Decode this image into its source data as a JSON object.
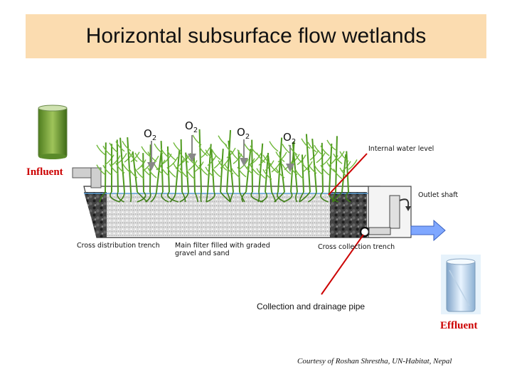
{
  "title": "Horizontal subsurface flow wetlands",
  "oxygen": [
    {
      "symbol": "O",
      "sub": "2"
    },
    {
      "symbol": "O",
      "sub": "2"
    },
    {
      "symbol": "O",
      "sub": "2"
    },
    {
      "symbol": "O",
      "sub": "2"
    }
  ],
  "labels": {
    "influent": "Influent",
    "effluent": "Effluent",
    "internal_water_level": "Internal water level",
    "outlet_shaft": "Outlet shaft",
    "cross_distribution_trench": "Cross distribution trench",
    "main_filter": "Main filter filled with graded gravel and sand",
    "cross_collection_trench": "Cross collection trench",
    "collection_pipe": "Collection and drainage pipe",
    "credit": "Courtesy of Roshan Shrestha, UN-Habitat, Nepal"
  },
  "colors": {
    "title_bg": "#fbdcb0",
    "pointer_red": "#cc0000",
    "plant_green": "#4f9a1f",
    "flow_arrow": "#7fa7ff",
    "gravel_dark": "#3a3a3a"
  }
}
